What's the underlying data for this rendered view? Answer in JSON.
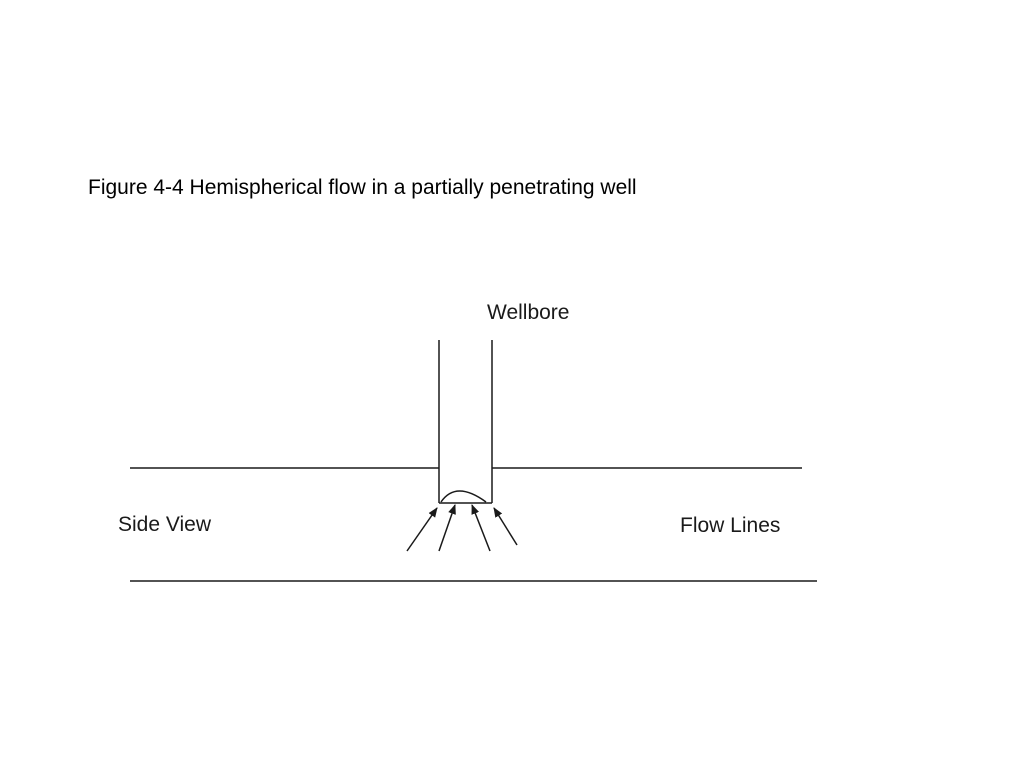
{
  "figure": {
    "caption": "Figure 4-4 Hemispherical flow in a partially penetrating well"
  },
  "diagram": {
    "labels": {
      "wellbore": "Wellbore",
      "side_view": "Side View",
      "flow_lines": "Flow Lines"
    },
    "colors": {
      "line": "#1a1a1a",
      "background": "#ffffff"
    }
  }
}
